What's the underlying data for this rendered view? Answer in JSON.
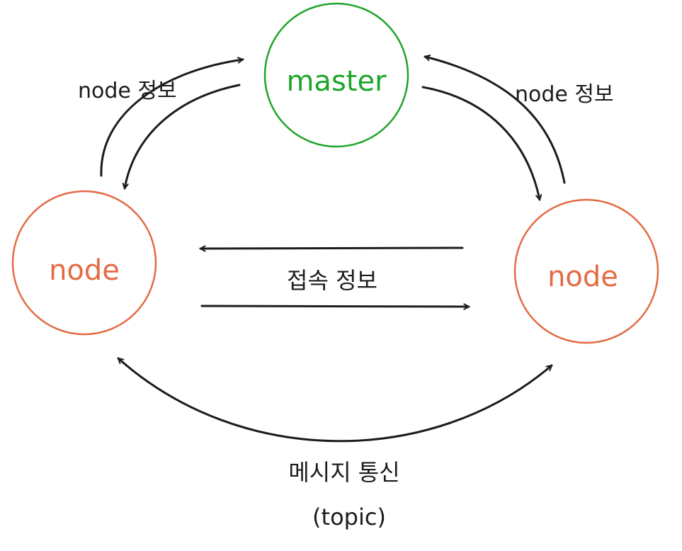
{
  "master": {
    "label": "master",
    "color": "#1ea52a"
  },
  "left_node": {
    "label": "node",
    "color": "#e46b44"
  },
  "right_node": {
    "label": "node",
    "color": "#e46b44"
  },
  "left_top_label": "node 정보",
  "right_top_label": "node 정보",
  "middle_label": "접속 정보",
  "bottom_label_line1": "메시지 통신",
  "bottom_label_line2": "(topic)",
  "stroke_color": "#1c1c1c"
}
